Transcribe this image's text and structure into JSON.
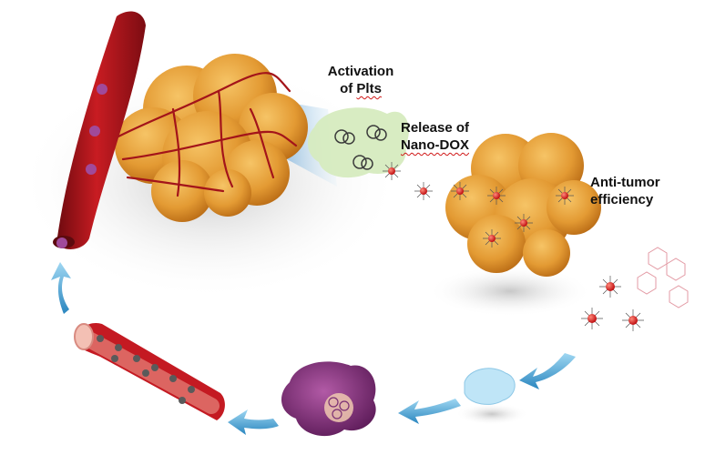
{
  "labels": {
    "activation_line1": "Activation",
    "activation_line2_prefix": "of ",
    "activation_line2_word": "Plts",
    "release_line1": "Release of",
    "release_line2": "Nano-DOX",
    "antitumor_line1": "Anti-tumor",
    "antitumor_line2": "efficiency"
  },
  "colors": {
    "vessel_red": "#b3141b",
    "vessel_dark": "#7a0a10",
    "tumor_orange": "#e8a23a",
    "tumor_shade": "#c77a1c",
    "arrow_blue": "#3a9ccf",
    "arrow_light": "#9fd3ee",
    "macrophage_purple": "#7a2f74",
    "platelet_green": "#cfe6b8",
    "nanoparticle_red": "#d81e1e",
    "drug_pink": "#e9a0a8",
    "beam_blue": "#9ec9e8"
  },
  "icons": [
    "blood-vessel-icon",
    "tumor-mass-icon",
    "platelet-cluster-icon",
    "nano-dox-particle-icon",
    "macrophage-icon",
    "vessel-cross-section-icon",
    "curved-arrow-icon"
  ]
}
